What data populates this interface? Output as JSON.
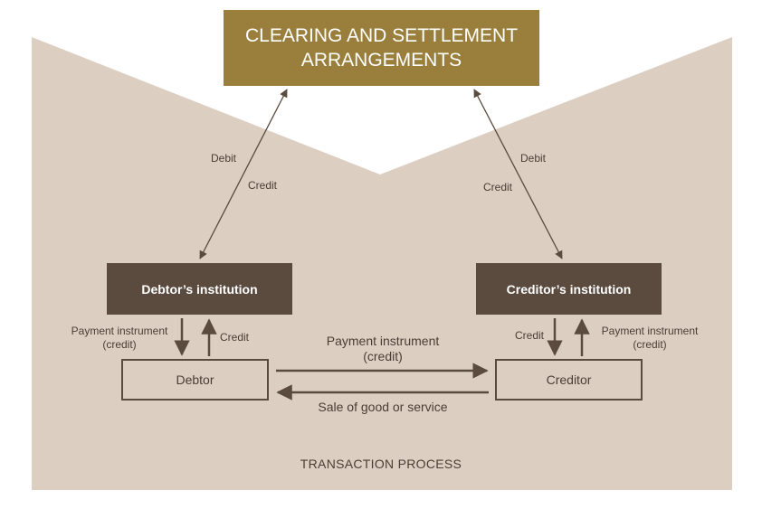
{
  "colors": {
    "background_shape": "#dccfc2",
    "header_box": "#9a7f3c",
    "institution_box": "#5b4a3e",
    "arrow": "#5b4a3e",
    "text": "#4a3d33"
  },
  "header": {
    "line1": "CLEARING AND SETTLEMENT",
    "line2": "ARRANGEMENTS"
  },
  "nodes": {
    "debtor_institution": "Debtor’s institution",
    "creditor_institution": "Creditor’s institution",
    "debtor": "Debtor",
    "creditor": "Creditor"
  },
  "edges": {
    "left_diag_debit": "Debit",
    "left_diag_credit": "Credit",
    "right_diag_debit": "Debit",
    "right_diag_credit": "Credit",
    "left_down_line1": "Payment instrument",
    "left_down_line2": "(credit)",
    "left_up": "Credit",
    "right_down": "Credit",
    "right_up_line1": "Payment instrument",
    "right_up_line2": "(credit)",
    "middle_top_line1": "Payment instrument",
    "middle_top_line2": "(credit)",
    "middle_bottom": "Sale of good or service"
  },
  "footer": "TRANSACTION PROCESS"
}
